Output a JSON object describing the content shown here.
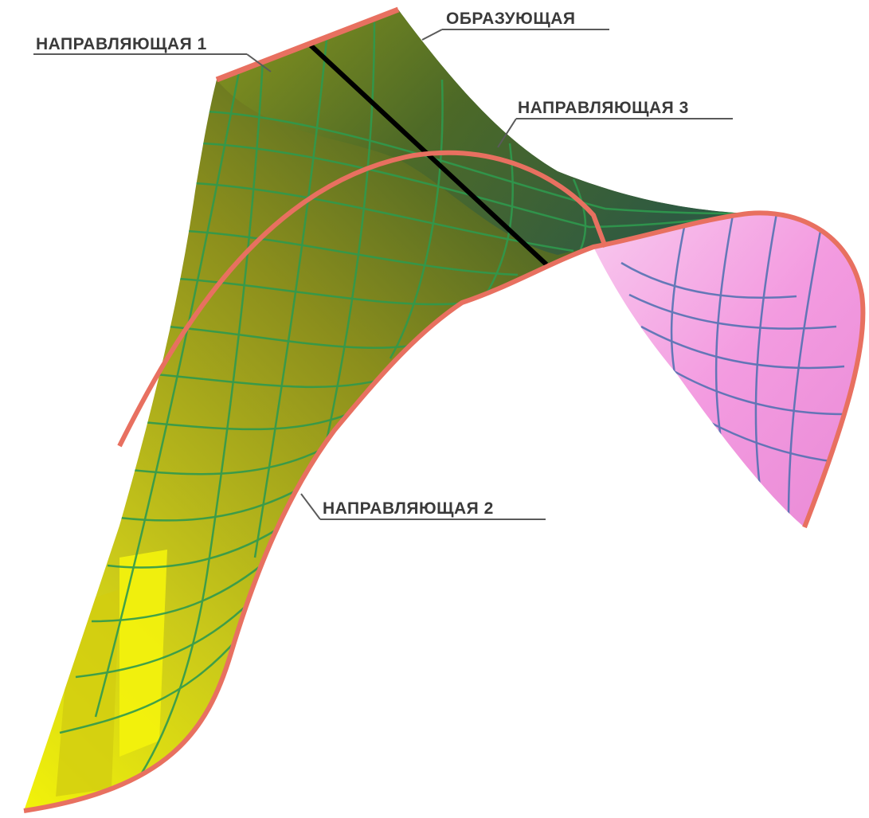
{
  "labels": {
    "directrix_1": "НАПРАВЛЯЮЩАЯ 1",
    "generatrix": "ОБРАЗУЮЩАЯ",
    "directrix_3": "НАПРАВЛЯЮЩАЯ 3",
    "directrix_2": "НАПРАВЛЯЮЩАЯ 2"
  },
  "colors": {
    "surface_outer_light": "#e8f000",
    "surface_outer_mid": "#b4b418",
    "surface_outer_dark": "#2e4a28",
    "surface_inner": "#f39be0",
    "surface_inner_light": "#fbd3f2",
    "directrix_edge": "#e87060",
    "grid_line_outer": "#2f9a4e",
    "grid_line_inner": "#4a6fb0",
    "generatrix_line": "#000000"
  }
}
